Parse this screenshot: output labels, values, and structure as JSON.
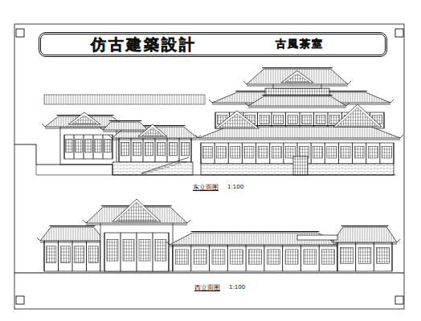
{
  "diagram": {
    "nodes": [
      {
        "text": [
          "仿古建築設計",
          "古風茶室"
        ]
      }
    ],
    "labels": [
      "东立面图",
      "1:100",
      "西立面图",
      "1:100"
    ]
  }
}
